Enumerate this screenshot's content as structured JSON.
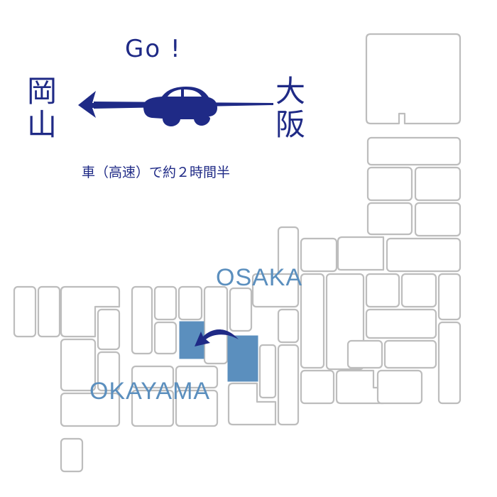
{
  "headline": "Go !",
  "origin_label": "大阪",
  "destination_label": "岡山",
  "travel_time": "車（高速）で約２時間半",
  "map": {
    "osaka_label": "OSAKA",
    "okayama_label": "OKAYAMA",
    "highlighted_regions": [
      "osaka",
      "okayama"
    ]
  },
  "colors": {
    "navy": "#1f2a86",
    "highlight": "#5b8fbe",
    "outline": "#bdbdbd"
  },
  "icons": {
    "vehicle": "car-icon",
    "direction": "arrow-left-icon"
  }
}
